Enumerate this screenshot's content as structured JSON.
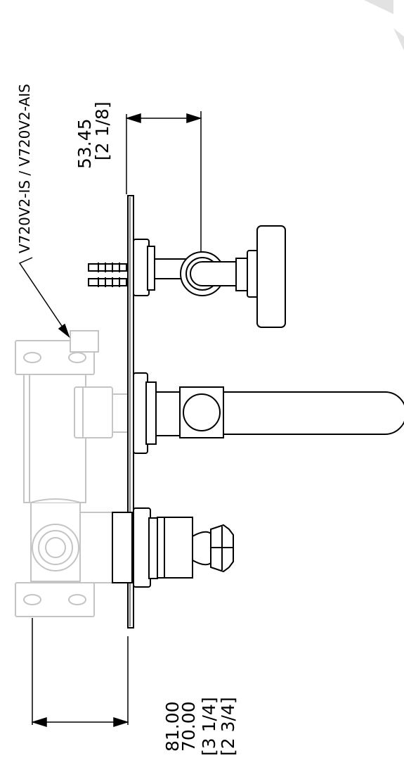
{
  "drawing": {
    "model_label": "V720V2-IS / V720V2-AIS",
    "dimension_top": {
      "metric": "53.45",
      "imperial": "[2 1/8]"
    },
    "dimension_bottom": {
      "metric_outer": "81.00",
      "metric_inner": "70.00",
      "imperial_outer": "[3 1/4]",
      "imperial_inner": "[2 3/4]"
    },
    "colors": {
      "line": "#000000",
      "ghost": "#c4c4c4",
      "background": "#ffffff"
    }
  }
}
